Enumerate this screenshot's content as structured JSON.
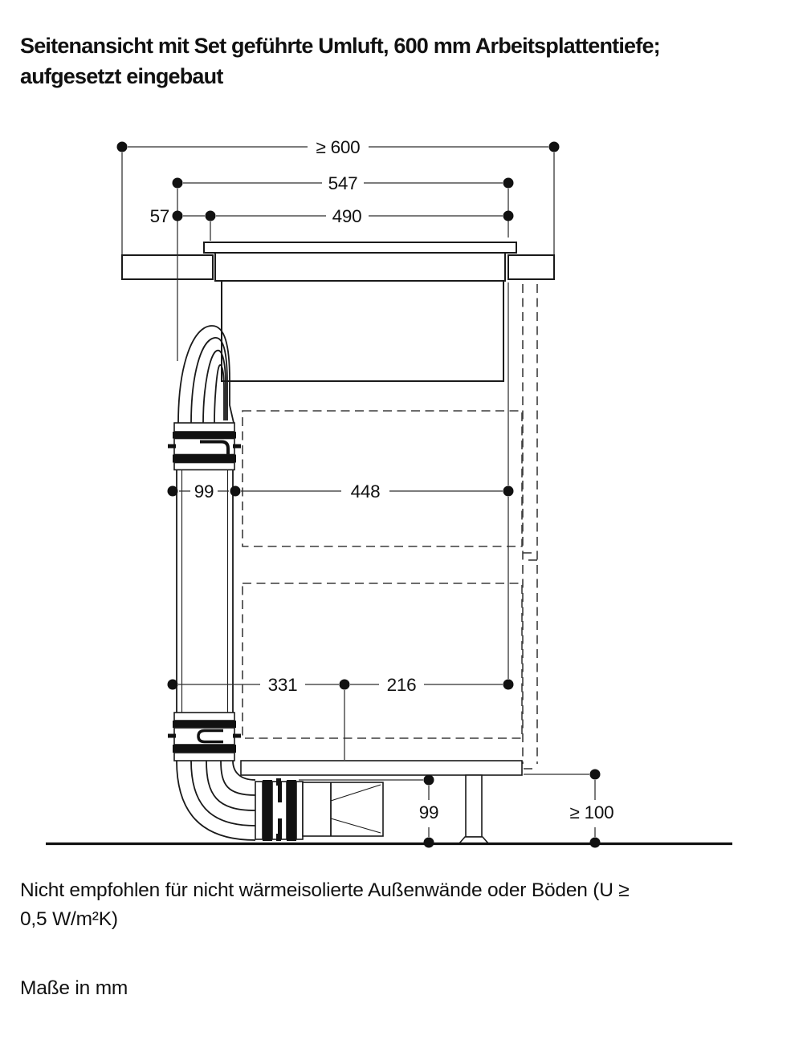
{
  "title": {
    "line1": "Seitenansicht mit Set geführte Umluft, 600 mm Arbeitsplattentiefe;",
    "line2": "aufgesetzt eingebaut"
  },
  "dimensions": {
    "top_overall": "≥ 600",
    "top_second": "547",
    "top_third": "490",
    "top_offset": "57",
    "duct_depth": "99",
    "plenum_depth": "448",
    "bottom_offset": "331",
    "bottom_rear": "216",
    "plinth_height": "99",
    "floor_clearance": "≥ 100"
  },
  "notes": {
    "warning_line1": "Nicht empfohlen für nicht wärmeisolierte Außenwände oder Böden (U ≥",
    "warning_line2": "0,5 W/m²K)",
    "units": "Maße in mm"
  },
  "colors": {
    "line": "#1a1a1a",
    "background": "#ffffff"
  }
}
